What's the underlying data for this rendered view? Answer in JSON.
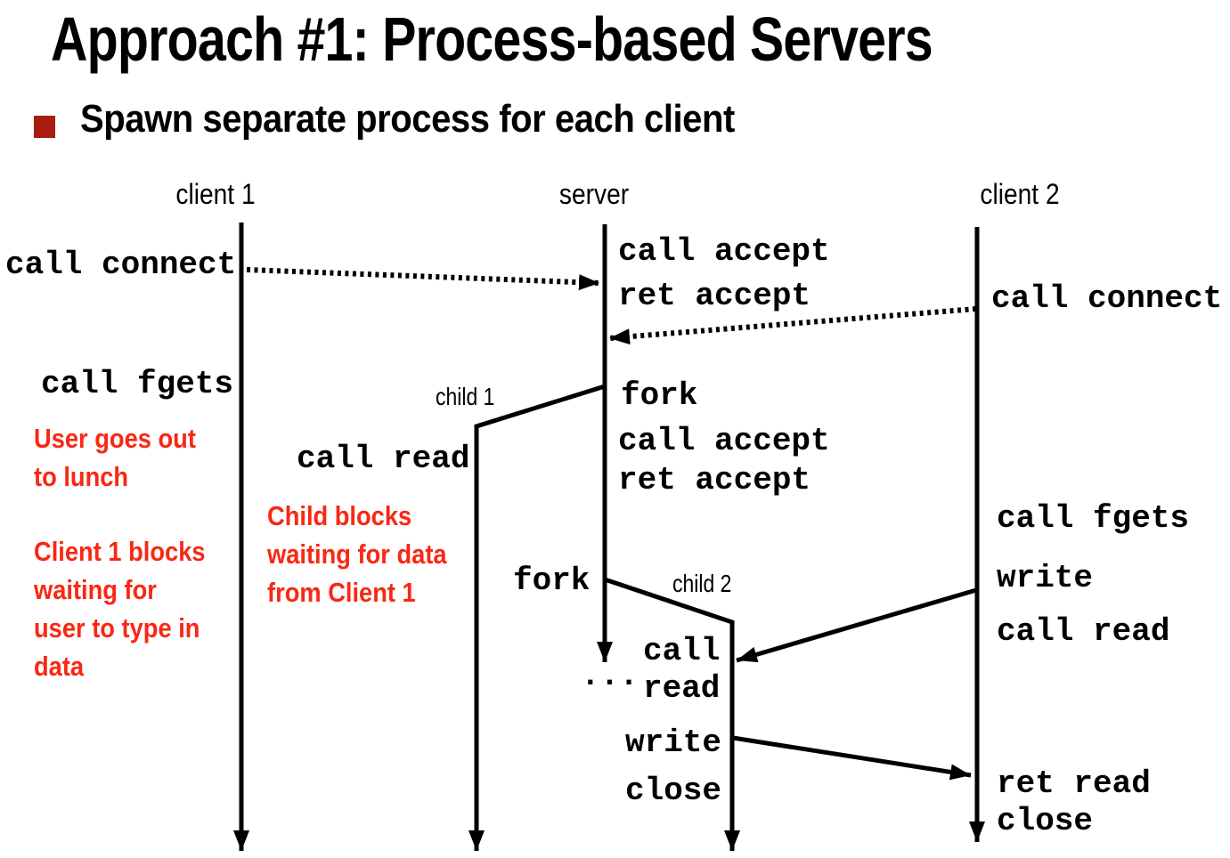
{
  "title": "Approach #1: Process-based Servers",
  "bullet": {
    "text": "Spawn separate process for each client"
  },
  "columns": {
    "client1": "client 1",
    "server": "server",
    "client2": "client 2"
  },
  "events": {
    "c1_call_connect": "call connect",
    "c1_call_fgets": "call fgets",
    "sv_call_accept_1": "call accept",
    "sv_ret_accept_1": "ret accept",
    "sv_fork_1": "fork",
    "sv_call_accept_2": "call accept",
    "sv_ret_accept_2": "ret accept",
    "sv_fork_2": "fork",
    "sv_ellipsis": "...",
    "child1_label": "child 1",
    "child1_call_read": "call read",
    "child2_label": "child 2",
    "child2_call": "call",
    "child2_read": "read",
    "child2_write": "write",
    "child2_close": "close",
    "c2_call_connect": "call connect",
    "c2_call_fgets": "call fgets",
    "c2_write": "write",
    "c2_call_read": "call read",
    "c2_ret_read": "ret read",
    "c2_close": "close"
  },
  "annotations": {
    "user_lunch": "User goes out\nto lunch",
    "client1_blocks": "Client 1 blocks\nwaiting for\nuser to type in\ndata",
    "child_blocks": "Child blocks\nwaiting for data\nfrom Client 1"
  },
  "colors": {
    "annotation_red": "#f82814",
    "bullet_marker": "#a91d10",
    "ink": "#000000"
  }
}
